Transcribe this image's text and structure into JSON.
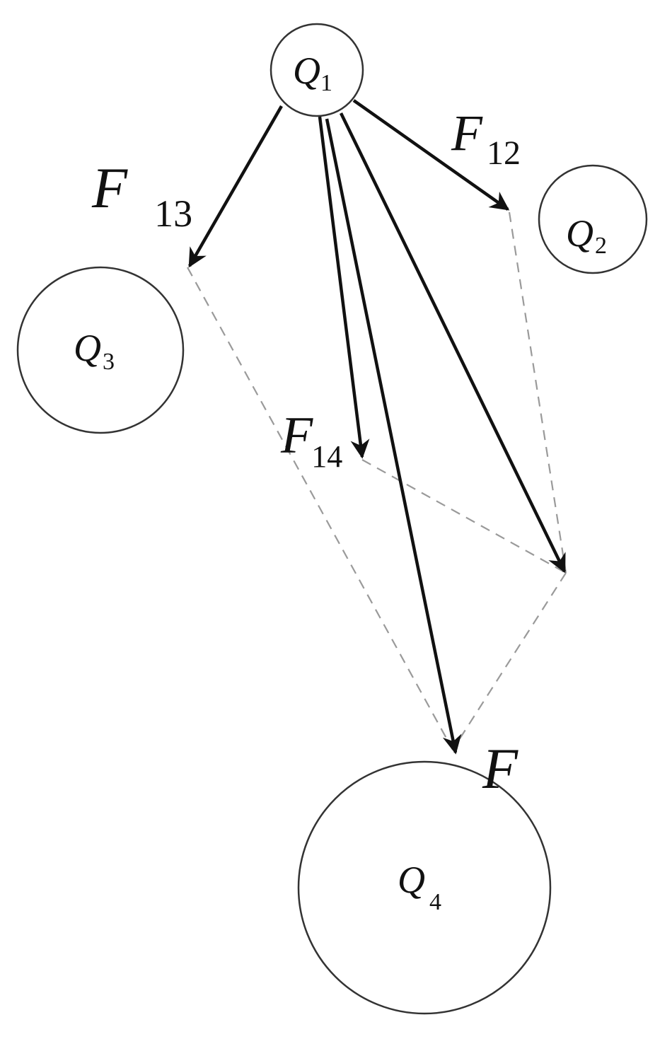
{
  "charges": {
    "q1": {
      "main": "Q",
      "sub": "1"
    },
    "q2": {
      "main": "Q",
      "sub": "2"
    },
    "q3": {
      "main": "Q",
      "sub": "3"
    },
    "q4": {
      "main": "Q",
      "sub": "4"
    }
  },
  "forces": {
    "f12": {
      "main": "F",
      "sub": "12"
    },
    "f13": {
      "main": "F",
      "sub": "13"
    },
    "f14": {
      "main": "F",
      "sub": "14"
    },
    "resultant": {
      "main": "F"
    }
  }
}
